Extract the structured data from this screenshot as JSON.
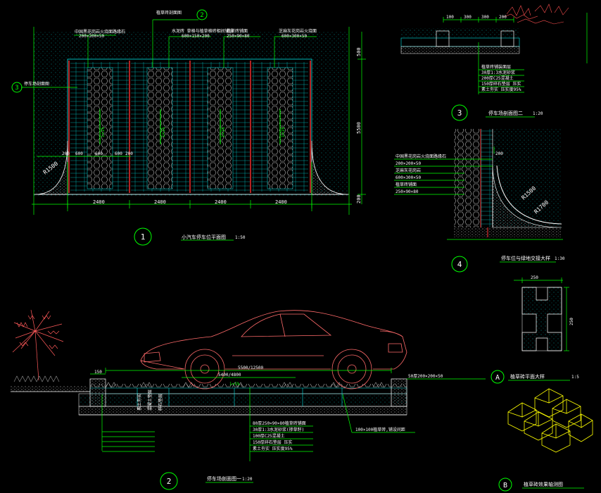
{
  "colors": {
    "green": "#00ff00",
    "white": "#ffffff",
    "cyan": "#00e5e5",
    "red": "#ff3030",
    "pink": "#ff6a6a",
    "yellow": "#ffff00",
    "gray": "#8c8c8c"
  },
  "plan": {
    "marker": "1",
    "title": "小汽车停车位平面图",
    "scale": "1:50",
    "dims_bottom": [
      "2400",
      "2400",
      "2400",
      "2400"
    ],
    "dims_top_small": [
      "200",
      "600",
      "600",
      "600",
      "200"
    ],
    "dim_right": "5500",
    "dim_right_top": "500",
    "dim_right_bottom": "200",
    "radius_label": "R1500",
    "callout_section_num": "2",
    "callout_left_num": "3",
    "callouts": [
      {
        "text": "中国黑花岗岩火烧面路缘石",
        "size": "200×200×50"
      },
      {
        "text": "水泥砖 草格与植草格砖相间铺设",
        "size": "600×150×200"
      },
      {
        "text": "植草砖铺面",
        "size": "250×90×80"
      },
      {
        "text": "芝麻灰花岗岩火烧面",
        "size": "600×300×50"
      }
    ],
    "callout_top_label": "植草砖剖面图",
    "callout_left_label": "停车场剖面图",
    "slope_labels": [
      "i=1%",
      "i=1%",
      "i=1%",
      "i=1%"
    ]
  },
  "detail3": {
    "marker": "3",
    "title": "停车场剖面图二",
    "scale": "1:20",
    "dims": [
      "100",
      "300",
      "300",
      "200"
    ],
    "layers": [
      "植草砖铺装面层",
      "30厚1:3水泥砂浆",
      "200厚C25混凝土",
      "150厚碎石垫层 压实",
      "素土夯实 压实度95%"
    ]
  },
  "detail4": {
    "marker": "4",
    "title": "停车位与绿地交接大样",
    "scale": "1:30",
    "dim": "200",
    "radius_labels": [
      "R1500",
      "R1700"
    ],
    "callouts": [
      {
        "text": "中国黑花岗岩火烧面路缘石",
        "size": "200×200×50"
      },
      {
        "text": "芝麻灰花岗岩",
        "size": "600×300×50"
      },
      {
        "text": "植草砖铺面",
        "size": "250×90×80"
      }
    ]
  },
  "section2": {
    "marker": "2",
    "title": "停车场剖面图一",
    "scale": "1:20",
    "dim_total": "5500/12500",
    "dim_inner": "5400/4800",
    "dim_left": "150",
    "slope": "i=1%",
    "right_note": "50厚200×200×50",
    "bottom_note": "100×100植草砖,铺设间距",
    "vertical_labels": [
      "素土夯实",
      "混凝土垫层",
      "碎石垫层"
    ],
    "layers": [
      "80厚250×90×80植草砖铺面",
      "30厚1:3水泥砂浆(掺草籽)",
      "100厚C25混凝土",
      "150厚碎石垫层 压实",
      "素土夯实 压实度95%"
    ]
  },
  "detailA": {
    "marker": "A",
    "title": "植草砖平面大样",
    "scale": "1:5",
    "dim_top": "250",
    "dim_side": "250"
  },
  "detailB": {
    "marker": "B",
    "title": "植草砖效果轴测图"
  }
}
